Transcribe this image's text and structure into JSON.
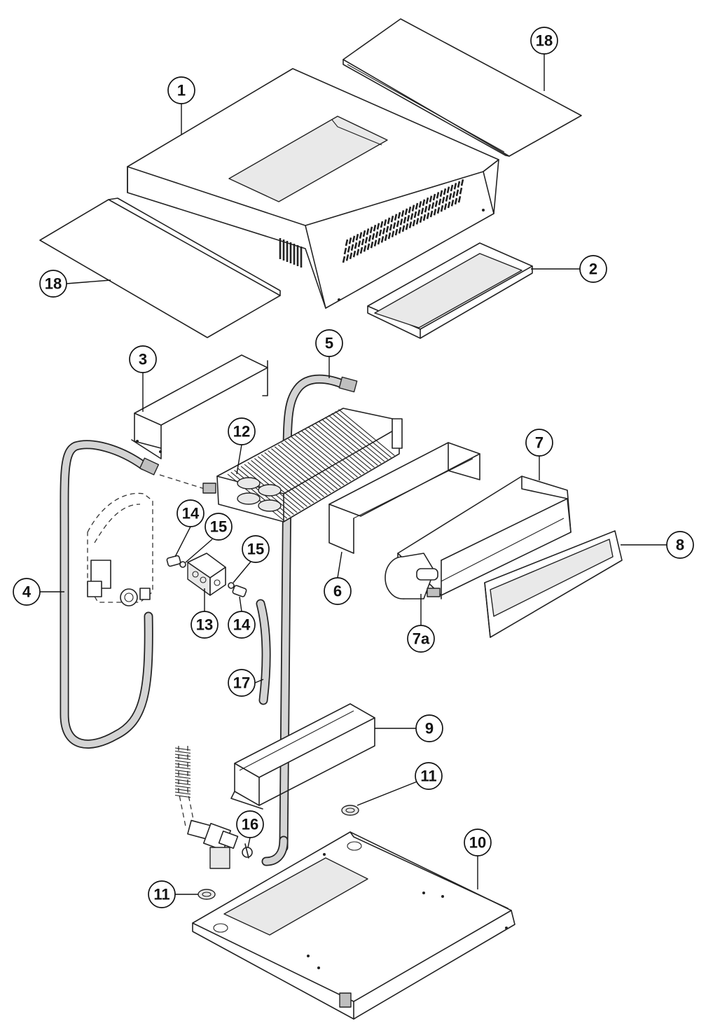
{
  "diagram": {
    "callouts": [
      {
        "id": "c1",
        "label": "1"
      },
      {
        "id": "c2",
        "label": "2"
      },
      {
        "id": "c3",
        "label": "3"
      },
      {
        "id": "c4",
        "label": "4"
      },
      {
        "id": "c5",
        "label": "5"
      },
      {
        "id": "c6",
        "label": "6"
      },
      {
        "id": "c7",
        "label": "7"
      },
      {
        "id": "c7a",
        "label": "7a"
      },
      {
        "id": "c8",
        "label": "8"
      },
      {
        "id": "c9",
        "label": "9"
      },
      {
        "id": "c10",
        "label": "10"
      },
      {
        "id": "c11a",
        "label": "11"
      },
      {
        "id": "c11b",
        "label": "11"
      },
      {
        "id": "c12",
        "label": "12"
      },
      {
        "id": "c13",
        "label": "13"
      },
      {
        "id": "c14a",
        "label": "14"
      },
      {
        "id": "c14b",
        "label": "14"
      },
      {
        "id": "c15a",
        "label": "15"
      },
      {
        "id": "c15b",
        "label": "15"
      },
      {
        "id": "c16",
        "label": "16"
      },
      {
        "id": "c17",
        "label": "17"
      },
      {
        "id": "c18a",
        "label": "18"
      },
      {
        "id": "c18b",
        "label": "18"
      }
    ]
  }
}
